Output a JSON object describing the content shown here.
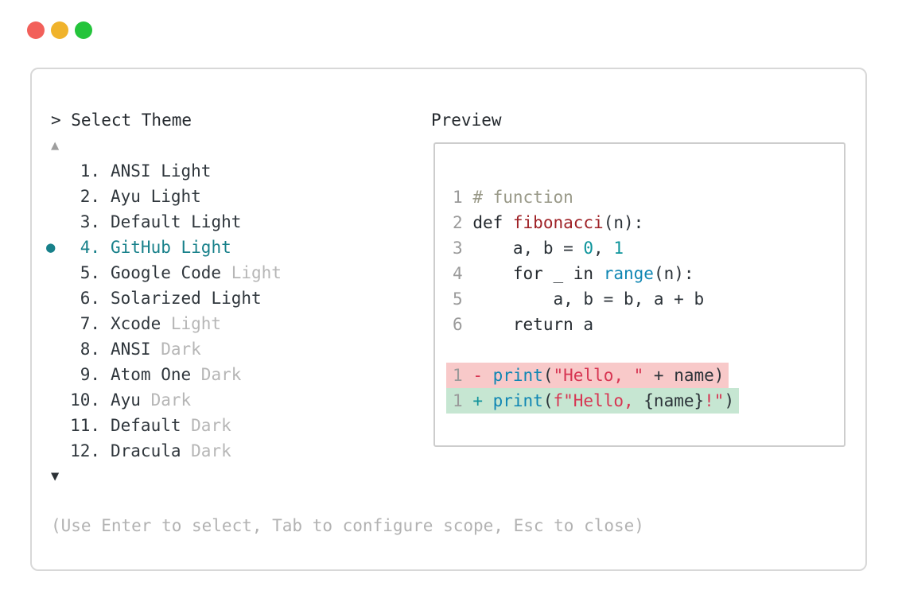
{
  "window": {
    "controls": [
      {
        "name": "close",
        "color": "#f2605a"
      },
      {
        "name": "minimize",
        "color": "#f0b32c"
      },
      {
        "name": "zoom",
        "color": "#24c43b"
      }
    ]
  },
  "selector": {
    "prompt": "> Select Theme",
    "scroll_up": "▲",
    "scroll_down": "▼",
    "selected_marker": "●",
    "items": [
      {
        "number": "1.",
        "name": "ANSI",
        "suffix": "Light",
        "suffix_muted": false,
        "selected": false
      },
      {
        "number": "2.",
        "name": "Ayu",
        "suffix": "Light",
        "suffix_muted": false,
        "selected": false
      },
      {
        "number": "3.",
        "name": "Default",
        "suffix": "Light",
        "suffix_muted": false,
        "selected": false
      },
      {
        "number": "4.",
        "name": "GitHub",
        "suffix": "Light",
        "suffix_muted": false,
        "selected": true
      },
      {
        "number": "5.",
        "name": "Google Code",
        "suffix": "Light",
        "suffix_muted": true,
        "selected": false
      },
      {
        "number": "6.",
        "name": "Solarized",
        "suffix": "Light",
        "suffix_muted": false,
        "selected": false
      },
      {
        "number": "7.",
        "name": "Xcode",
        "suffix": "Light",
        "suffix_muted": true,
        "selected": false
      },
      {
        "number": "8.",
        "name": "ANSI",
        "suffix": "Dark",
        "suffix_muted": true,
        "selected": false
      },
      {
        "number": "9.",
        "name": "Atom One",
        "suffix": "Dark",
        "suffix_muted": true,
        "selected": false
      },
      {
        "number": "10.",
        "name": "Ayu",
        "suffix": "Dark",
        "suffix_muted": true,
        "selected": false
      },
      {
        "number": "11.",
        "name": "Default",
        "suffix": "Dark",
        "suffix_muted": true,
        "selected": false
      },
      {
        "number": "12.",
        "name": "Dracula",
        "suffix": "Dark",
        "suffix_muted": true,
        "selected": false
      }
    ]
  },
  "preview": {
    "title": "Preview",
    "code_lines": [
      {
        "ln": "1",
        "tokens": [
          {
            "t": "# function",
            "c": "comment"
          }
        ]
      },
      {
        "ln": "2",
        "tokens": [
          {
            "t": "def ",
            "c": "keyword"
          },
          {
            "t": "fibonacci",
            "c": "function"
          },
          {
            "t": "(n):",
            "c": "plain"
          }
        ]
      },
      {
        "ln": "3",
        "tokens": [
          {
            "t": "    a, b = ",
            "c": "plain"
          },
          {
            "t": "0",
            "c": "number"
          },
          {
            "t": ", ",
            "c": "plain"
          },
          {
            "t": "1",
            "c": "number"
          }
        ]
      },
      {
        "ln": "4",
        "tokens": [
          {
            "t": "    ",
            "c": "plain"
          },
          {
            "t": "for",
            "c": "keyword"
          },
          {
            "t": " _ ",
            "c": "plain"
          },
          {
            "t": "in",
            "c": "keyword"
          },
          {
            "t": " ",
            "c": "plain"
          },
          {
            "t": "range",
            "c": "builtin"
          },
          {
            "t": "(n):",
            "c": "plain"
          }
        ]
      },
      {
        "ln": "5",
        "tokens": [
          {
            "t": "        a, b = b, a + b",
            "c": "plain"
          }
        ]
      },
      {
        "ln": "6",
        "tokens": [
          {
            "t": "    ",
            "c": "plain"
          },
          {
            "t": "return",
            "c": "keyword"
          },
          {
            "t": " a",
            "c": "plain"
          }
        ]
      }
    ],
    "blank_rows_before_diff": 1,
    "diff_lines": [
      {
        "ln": "1",
        "sign": "- ",
        "kind": "removed",
        "tokens": [
          {
            "t": "print",
            "c": "builtin"
          },
          {
            "t": "(",
            "c": "plain"
          },
          {
            "t": "\"Hello, \"",
            "c": "string"
          },
          {
            "t": " + name)",
            "c": "plain"
          }
        ]
      },
      {
        "ln": "1",
        "sign": "+ ",
        "kind": "added",
        "tokens": [
          {
            "t": "print",
            "c": "builtin"
          },
          {
            "t": "(",
            "c": "plain"
          },
          {
            "t": "f\"Hello, ",
            "c": "string"
          },
          {
            "t": "{name}",
            "c": "plain"
          },
          {
            "t": "!\"",
            "c": "string"
          },
          {
            "t": ")",
            "c": "plain"
          }
        ]
      }
    ]
  },
  "footer": {
    "hint": "(Use Enter to select, Tab to configure scope, Esc to close)"
  },
  "colors": {
    "accent_teal": "#17808a",
    "text_dark": "#2b3238",
    "muted_gray": "#b6b6b6",
    "line_number_gray": "#9a9a9a",
    "comment": "#999988",
    "function_red": "#9f2227",
    "builtin_blue": "#0f86b3",
    "string_crimson": "#d73552",
    "number_teal": "#0d949b",
    "diff_removed_bg": "#f8c9c9",
    "diff_added_bg": "#c6e6d2",
    "panel_border": "#d8d8d8"
  }
}
